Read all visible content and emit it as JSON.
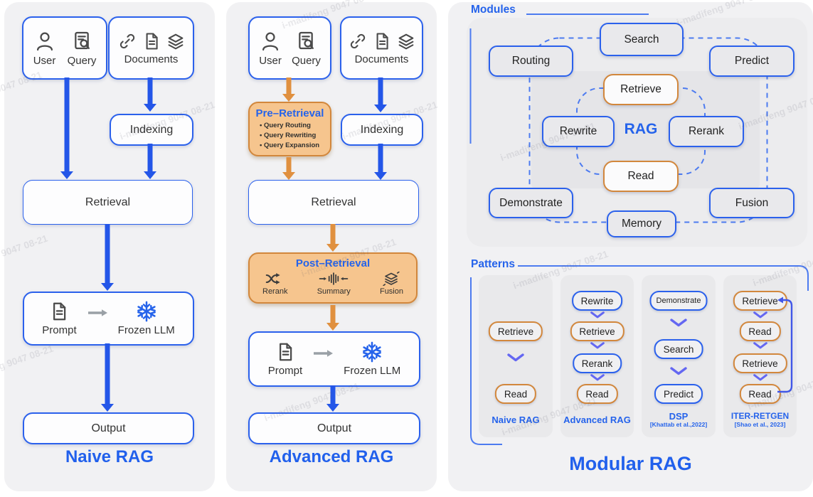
{
  "watermark": "i-madifeng 9047 08-21",
  "colors": {
    "blue": "#2563eb",
    "orange_border": "#d2873c",
    "orange_fill": "#f6c58e",
    "purple": "#6467f2"
  },
  "naive": {
    "title": "Naive RAG",
    "user_label": "User",
    "query_label": "Query",
    "documents_label": "Documents",
    "indexing": "Indexing",
    "retrieval": "Retrieval",
    "prompt": "Prompt",
    "frozen_llm": "Frozen LLM",
    "output": "Output"
  },
  "advanced": {
    "title": "Advanced RAG",
    "user_label": "User",
    "query_label": "Query",
    "documents_label": "Documents",
    "indexing": "Indexing",
    "retrieval": "Retrieval",
    "pre_retrieval": {
      "title": "Pre–Retrieval",
      "items": [
        "Query Routing",
        "Query Rewriting",
        "Query Expansion"
      ]
    },
    "post_retrieval": {
      "title": "Post–Retrieval",
      "items": [
        "Rerank",
        "Summary",
        "Fusion"
      ]
    },
    "prompt": "Prompt",
    "frozen_llm": "Frozen LLM",
    "output": "Output"
  },
  "modular": {
    "title": "Modular RAG",
    "modules_label": "Modules",
    "patterns_label": "Patterns",
    "modules": {
      "search": "Search",
      "routing": "Routing",
      "predict": "Predict",
      "retrieve": "Retrieve",
      "rewrite": "Rewrite",
      "rag": "RAG",
      "rerank": "Rerank",
      "read": "Read",
      "demonstrate": "Demonstrate",
      "memory": "Memory",
      "fusion": "Fusion"
    },
    "patterns": [
      {
        "name": "Naive RAG",
        "steps": [
          "Retrieve",
          "Read"
        ]
      },
      {
        "name": "Advanced RAG",
        "steps": [
          "Rewrite",
          "Retrieve",
          "Rerank",
          "Read"
        ]
      },
      {
        "name": "DSP",
        "sub": "[Khattab et al.,2022]",
        "steps": [
          "Demonstrate",
          "Search",
          "Predict"
        ]
      },
      {
        "name": "ITER-RETGEN",
        "sub": "[Shao et al., 2023]",
        "steps": [
          "Retrieve",
          "Read",
          "Retrieve",
          "Read"
        ]
      }
    ]
  }
}
